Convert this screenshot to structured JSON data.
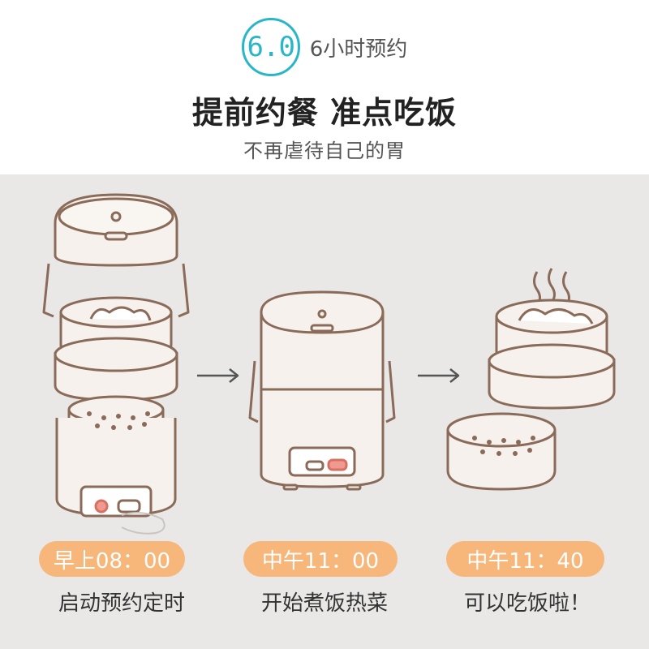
{
  "header": {
    "badge_number": "6.0",
    "badge_text": "6小时预约",
    "headline": "提前约餐 准点吃饭",
    "subline": "不再虐待自己的胃"
  },
  "colors": {
    "accent": "#2ab6c9",
    "pill": "#f7b67a",
    "panel": "#e9e8e7",
    "outline": "#8a6a58",
    "cream": "#f6f1ec"
  },
  "steps": [
    {
      "time": "早上08：00",
      "caption": "启动预约定时"
    },
    {
      "time": "中午11：00",
      "caption": "开始煮饭热菜"
    },
    {
      "time": "中午11：40",
      "caption": "可以吃饭啦！"
    }
  ],
  "icons": [
    "arrow-right-icon",
    "steam-icon",
    "hand-icon"
  ]
}
